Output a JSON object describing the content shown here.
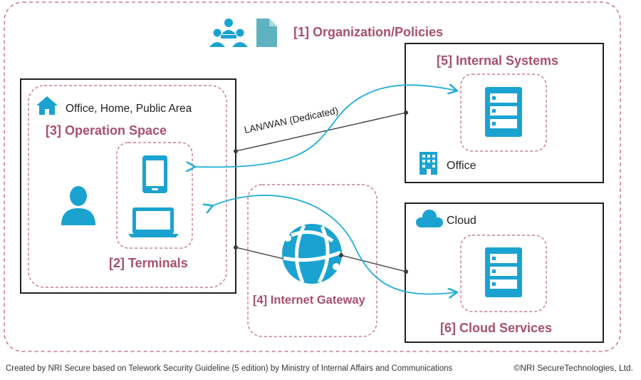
{
  "organization": {
    "label": "[1] Organization/Policies",
    "icons": [
      "people-group-icon",
      "document-icon"
    ]
  },
  "operation_space": {
    "location_label": "Office, Home, Public Area",
    "location_icon": "house-icon",
    "title": "[3] Operation Space",
    "user_icon": "person-icon"
  },
  "terminals": {
    "title": "[2] Terminals",
    "icons": [
      "smartphone-icon",
      "laptop-icon"
    ]
  },
  "internet_gateway": {
    "title": "[4] Internet Gateway",
    "icon": "globe-icon"
  },
  "internal_systems": {
    "title": "[5] Internal Systems",
    "location_label": "Office",
    "location_icon": "office-building-icon",
    "server_icon": "server-icon"
  },
  "cloud_services": {
    "title": "[6] Cloud Services",
    "location_label": "Cloud",
    "location_icon": "cloud-icon",
    "server_icon": "server-icon"
  },
  "connection": {
    "label": "LAN/WAN (Dedicated)"
  },
  "footer": {
    "credit": "Created by NRI Secure based on Telework Security Guideline (5 edition) by Ministry of Internal Affairs and Communications",
    "copyright": "©NRI SecureTechnologies, Ltd."
  },
  "colors": {
    "accent_text": "#a8506e",
    "dashed_border": "#c2607d",
    "icon_blue": "#1aa3d1",
    "flow_line": "#22aedb",
    "box_border": "#222222"
  }
}
